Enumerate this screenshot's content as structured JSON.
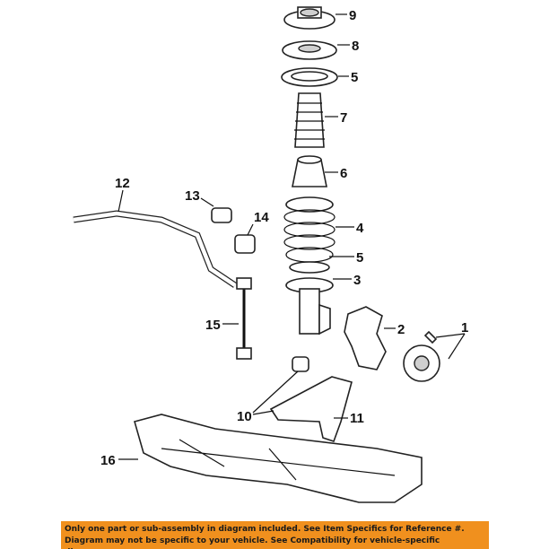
{
  "diagram": {
    "callouts": [
      "9",
      "8",
      "5",
      "7",
      "6",
      "4",
      "5",
      "3",
      "2",
      "1",
      "12",
      "13",
      "14",
      "15",
      "10",
      "11",
      "16"
    ]
  },
  "banner": {
    "line1": "Only one part or sub-assembly in diagram included. See Item Specifics for Reference #.",
    "line2": "Diagram may not be specific to your vehicle. See Compatibility for vehicle-specific diagrams."
  },
  "colors": {
    "banner": "#f0901e"
  }
}
